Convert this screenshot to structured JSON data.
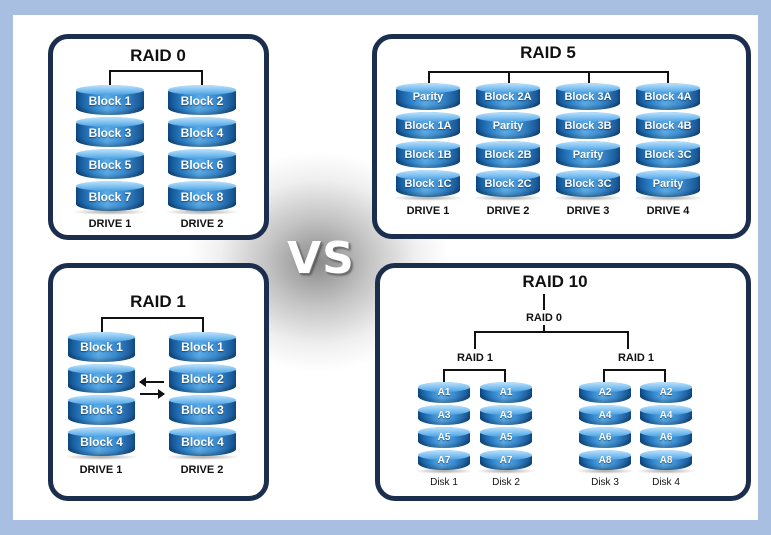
{
  "vs_label": "VS",
  "raid0": {
    "title": "RAID 0",
    "drives": [
      {
        "label": "DRIVE 1",
        "blocks": [
          "Block 1",
          "Block 3",
          "Block 5",
          "Block 7"
        ]
      },
      {
        "label": "DRIVE 2",
        "blocks": [
          "Block 2",
          "Block 4",
          "Block 6",
          "Block 8"
        ]
      }
    ]
  },
  "raid5": {
    "title": "RAID 5",
    "drives": [
      {
        "label": "DRIVE 1",
        "blocks": [
          "Parity",
          "Block 1A",
          "Block 1B",
          "Block 1C"
        ]
      },
      {
        "label": "DRIVE 2",
        "blocks": [
          "Block 2A",
          "Parity",
          "Block 2B",
          "Block 2C"
        ]
      },
      {
        "label": "DRIVE 3",
        "blocks": [
          "Block 3A",
          "Block 3B",
          "Parity",
          "Block 3C"
        ]
      },
      {
        "label": "DRIVE 4",
        "blocks": [
          "Block 4A",
          "Block 4B",
          "Block 3C",
          "Parity"
        ]
      }
    ]
  },
  "raid1": {
    "title": "RAID 1",
    "drives": [
      {
        "label": "DRIVE 1",
        "blocks": [
          "Block 1",
          "Block 2",
          "Block 3",
          "Block 4"
        ]
      },
      {
        "label": "DRIVE 2",
        "blocks": [
          "Block 1",
          "Block 2",
          "Block 3",
          "Block 4"
        ]
      }
    ]
  },
  "raid10": {
    "title": "RAID 10",
    "top_label": "RAID 0",
    "group_labels": [
      "RAID 1",
      "RAID 1"
    ],
    "disks": [
      {
        "label": "Disk 1",
        "blocks": [
          "A1",
          "A3",
          "A5",
          "A7"
        ]
      },
      {
        "label": "Disk 2",
        "blocks": [
          "A1",
          "A3",
          "A5",
          "A7"
        ]
      },
      {
        "label": "Disk 3",
        "blocks": [
          "A2",
          "A4",
          "A6",
          "A8"
        ]
      },
      {
        "label": "Disk 4",
        "blocks": [
          "A2",
          "A4",
          "A6",
          "A8"
        ]
      }
    ]
  },
  "colors": {
    "panel_border": "#1b2e4d",
    "page_background": "#a9bfe2",
    "disk_blue": "#2b7fc7"
  }
}
